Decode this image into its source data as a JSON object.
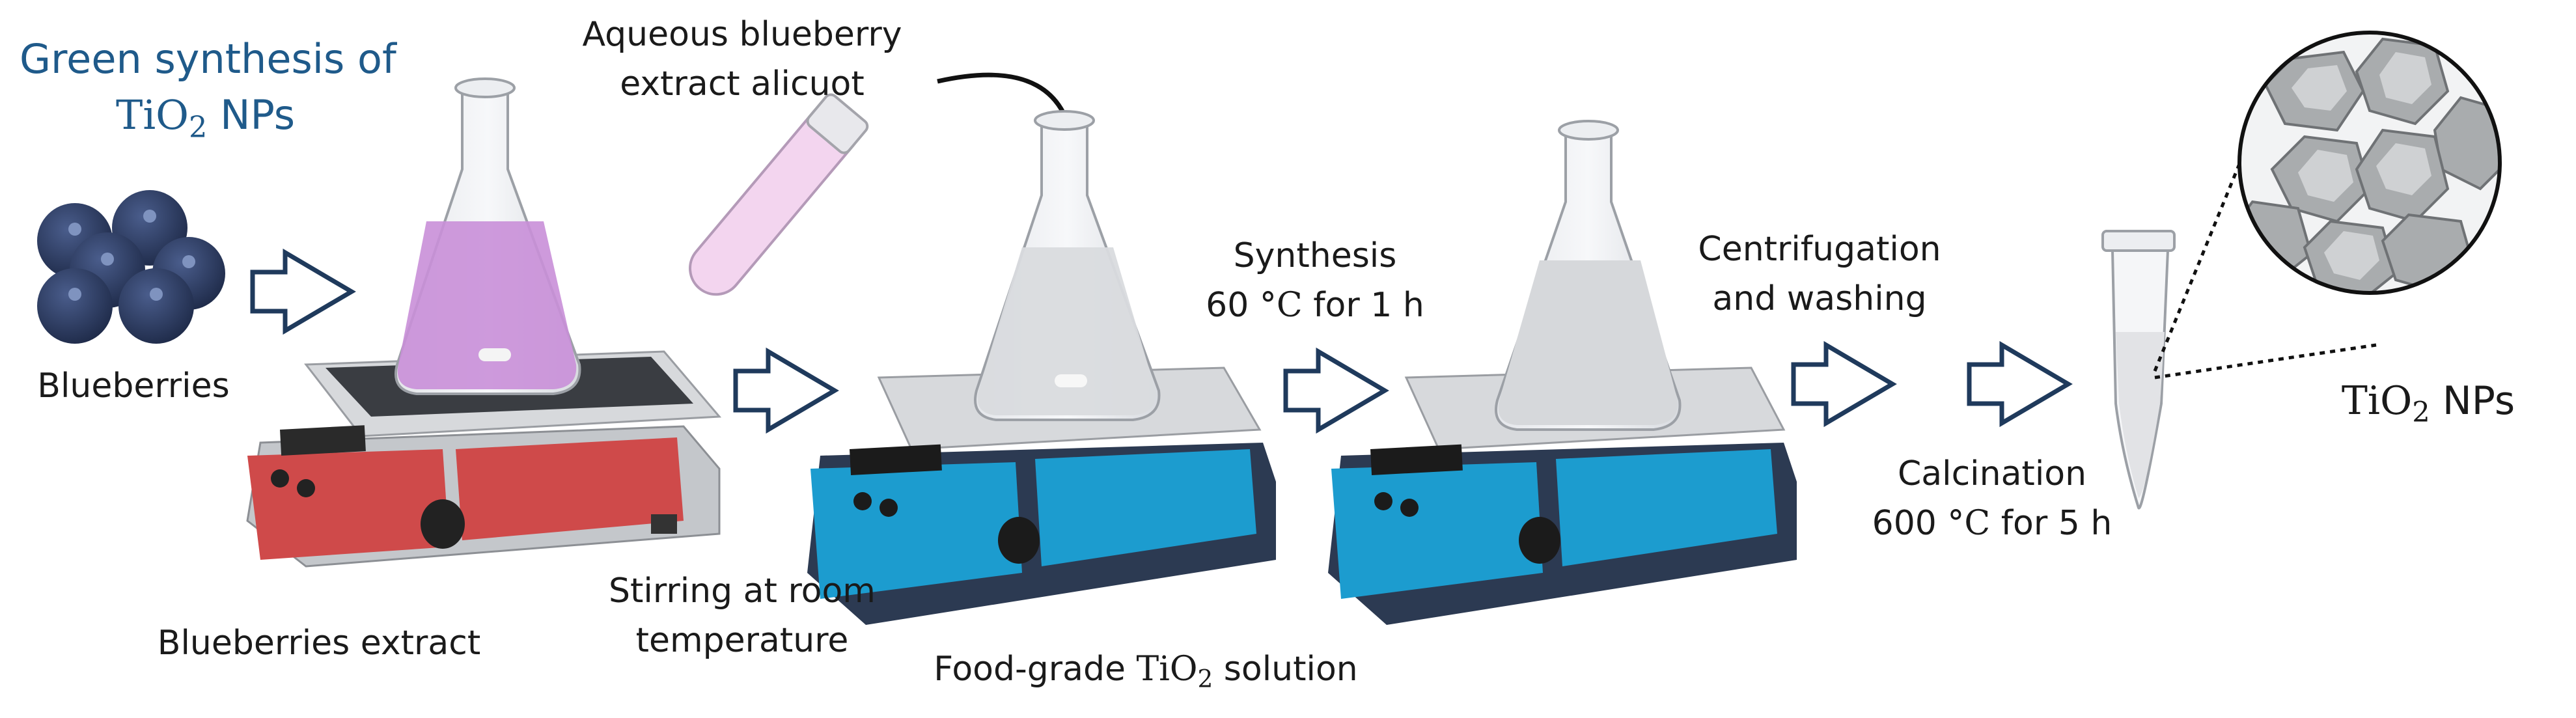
{
  "title": {
    "line1": "Green synthesis of",
    "line2_pre": "TiO",
    "line2_sub": "2",
    "line2_post": " NPs"
  },
  "labels": {
    "blueberries": "Blueberries",
    "blueberries_extract": "Blueberries extract",
    "aliquot_line1": "Aqueous blueberry",
    "aliquot_line2": "extract alicuot",
    "stirring_line1": "Stirring at room",
    "stirring_line2": "temperature",
    "synthesis_line1": "Synthesis",
    "synthesis_line2_pre": "60 ",
    "synthesis_line2_deg": "°C",
    "synthesis_line2_post": " for 1 h",
    "food_grade_pre": "Food-grade ",
    "food_grade_tio": "TiO",
    "food_grade_sub": "2",
    "food_grade_post": " solution",
    "centrifugation_line1": "Centrifugation",
    "centrifugation_line2": "and washing",
    "calcination_line1": "Calcination",
    "calcination_line2_pre": "600 ",
    "calcination_line2_deg": "°C",
    "calcination_line2_post": " for 5 h",
    "nps_pre": "TiO",
    "nps_sub": "2",
    "nps_post": " NPs"
  },
  "colors": {
    "title": "#1f5a8a",
    "arrow_stroke": "#1f3a5c",
    "blueberry": "#2b3a5e",
    "purple_liquid": "#c98fd8",
    "red_panel": "#cf4a4a",
    "blue_panel": "#1c9ccf",
    "dark_base": "#2c3a52",
    "gray_base": "#b9bcc0",
    "nanoparticle": "#a9acae"
  }
}
